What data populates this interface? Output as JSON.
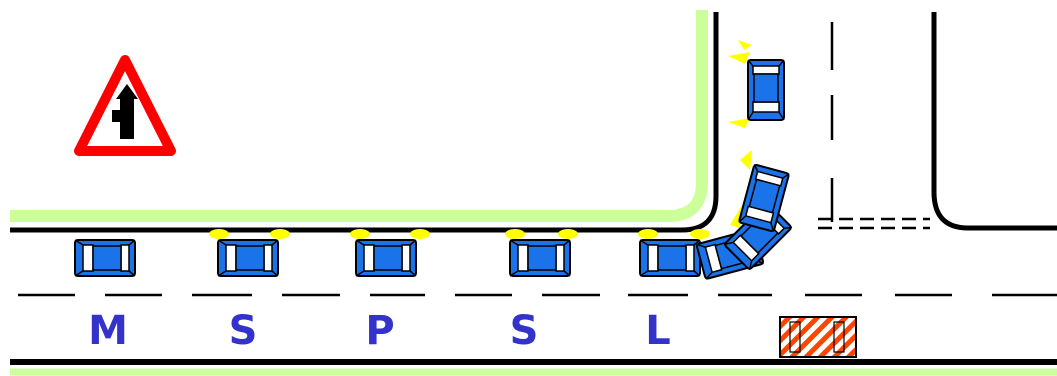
{
  "colors": {
    "car_body": "#1a73e8",
    "car_outline": "#000000",
    "warning_red": "#ff0000",
    "label_blue": "#3333cc",
    "verge_green": "#ccff99",
    "road_line": "#000000",
    "signal_yellow": "#ffff00",
    "parked_hatch": "#ff4400"
  },
  "sign": {
    "type": "priority-road-side-junction-warning",
    "icon": "triangle-warning-icon"
  },
  "steps": [
    {
      "label": "M"
    },
    {
      "label": "S"
    },
    {
      "label": "P"
    },
    {
      "label": "S"
    },
    {
      "label": "L"
    }
  ],
  "top_text": ""
}
